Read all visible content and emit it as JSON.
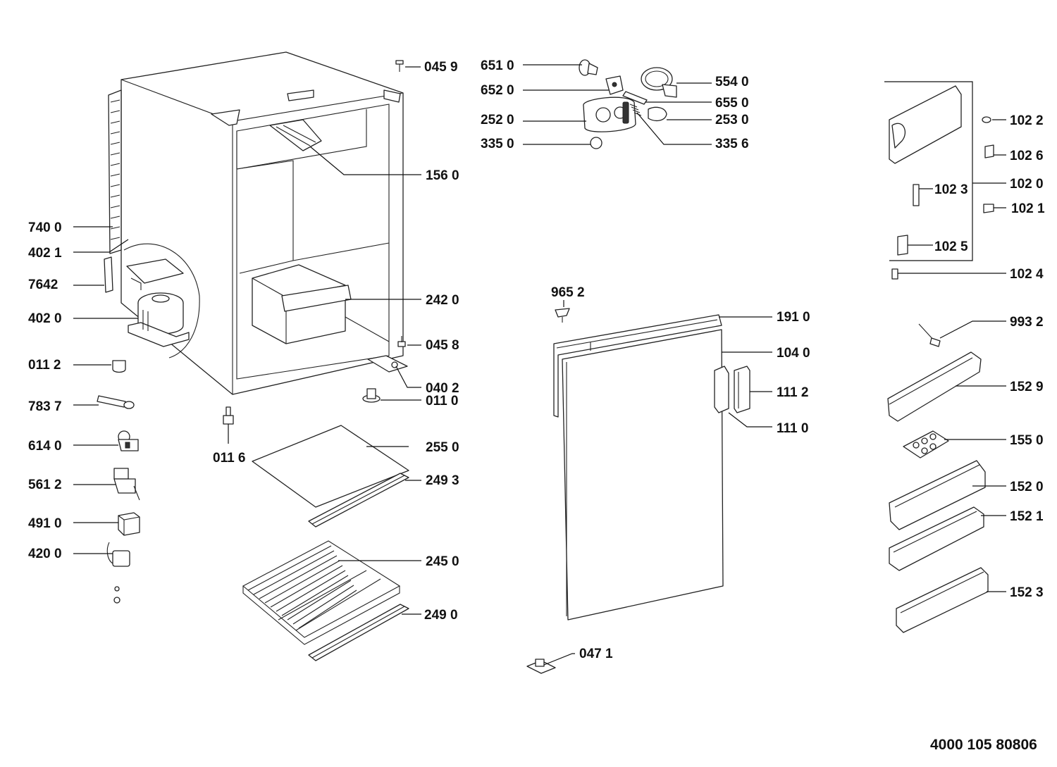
{
  "document_number": "4000 105 80806",
  "parts": {
    "p0459": "045 9",
    "p6510": "651 0",
    "p6520": "652 0",
    "p2520": "252 0",
    "p3350": "335 0",
    "p5540": "554 0",
    "p6550": "655 0",
    "p2530": "253 0",
    "p3356": "335 6",
    "p1560": "156 0",
    "p7400": "740 0",
    "p4021": "402 1",
    "p7642": "7642",
    "p4020": "402 0",
    "p2420": "242 0",
    "p0458": "045 8",
    "p0112": "011 2",
    "p0402": "040 2",
    "p0110": "011 0",
    "p7837": "783 7",
    "p0116": "011 6",
    "p6140": "614 0",
    "p2550": "255 0",
    "p5612": "561 2",
    "p2493": "249 3",
    "p4910": "491 0",
    "p4200": "420 0",
    "p2450": "245 0",
    "p2490": "249 0",
    "p9652": "965 2",
    "p1910": "191 0",
    "p1040": "104 0",
    "p1112": "111 2",
    "p1110": "111 0",
    "p0471": "047 1",
    "p1022": "102 2",
    "p1026": "102 6",
    "p1020": "102 0",
    "p1023": "102 3",
    "p1021": "102 1",
    "p1025": "102 5",
    "p1024": "102 4",
    "p9932": "993 2",
    "p1529": "152 9",
    "p1550": "155 0",
    "p1520": "152 0",
    "p1521": "152 1",
    "p1523": "152 3"
  }
}
